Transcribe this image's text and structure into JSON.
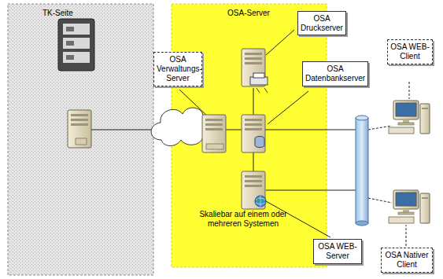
{
  "diagram": {
    "nodes": [
      {
        "text": [
          "TK-Seite"
        ]
      },
      {
        "text": [
          "OSA-Server",
          "Skaliebar auf einem oder mehreren Systemen"
        ]
      },
      {
        "text": [
          "OSA Verwaltungs-Server"
        ]
      },
      {
        "text": [
          "OSA Druckserver"
        ],
        "in": 1
      },
      {
        "text": [
          "OSA Datenbankserver"
        ]
      },
      {
        "text": [
          "OSA WEB-Client"
        ]
      },
      {
        "text": [
          "OSA WEB-Server"
        ]
      },
      {
        "text": [
          "OSA Nativer Client"
        ]
      }
    ]
  }
}
